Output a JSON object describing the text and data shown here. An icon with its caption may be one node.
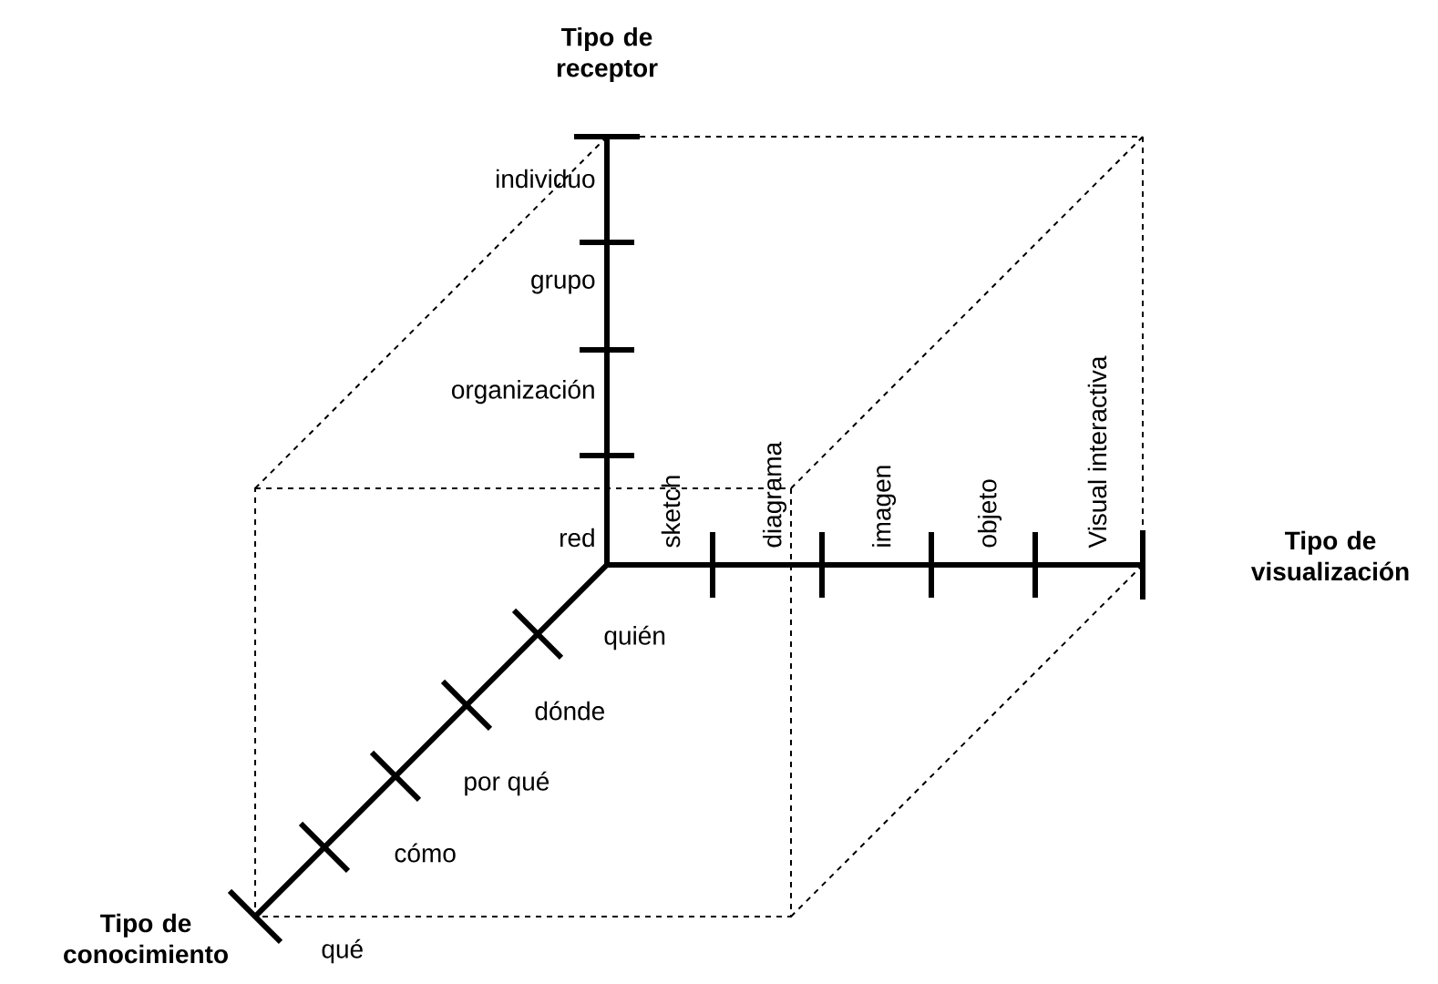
{
  "diagram": {
    "labels": [
      "Tipo de receptor",
      "individuo",
      "grupo",
      "organización",
      "sketch",
      "diagrama",
      "imagen",
      "objeto",
      "Visual interactiva",
      "red",
      "Tipo de visualización",
      "quién",
      "dónde",
      "por qué",
      "cómo",
      "Tipo de conocimiento",
      "qué"
    ]
  }
}
